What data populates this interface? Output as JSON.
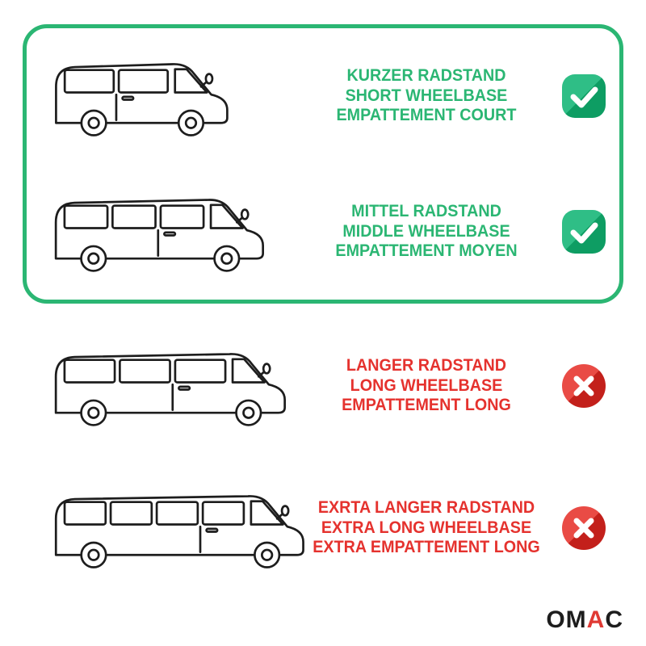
{
  "compatibility": {
    "rows": [
      {
        "variant": "short-wheelbase",
        "lines": [
          "KURZER RADSTAND",
          "SHORT WHEELBASE",
          "EMPATTEMENT COURT"
        ],
        "status": "compatible",
        "icon": "check-icon"
      },
      {
        "variant": "middle-wheelbase",
        "lines": [
          "MITTEL RADSTAND",
          "MIDDLE WHEELBASE",
          "EMPATTEMENT MOYEN"
        ],
        "status": "compatible",
        "icon": "check-icon"
      },
      {
        "variant": "long-wheelbase",
        "lines": [
          "LANGER RADSTAND",
          "LONG WHEELBASE",
          "EMPATTEMENT LONG"
        ],
        "status": "not-compatible",
        "icon": "cross-icon"
      },
      {
        "variant": "extra-long-wheelbase",
        "lines": [
          "EXRTA LANGER RADSTAND",
          "EXTRA LONG WHEELBASE",
          "EXTRA EMPATTEMENT LONG"
        ],
        "status": "not-compatible",
        "icon": "cross-icon"
      }
    ]
  },
  "colors": {
    "green": "#2BB673",
    "green_icon_light": "#2FBE86",
    "green_icon_dark": "#0E9D63",
    "red": "#E5322E",
    "red_icon_light": "#E94B45",
    "red_icon_dark": "#C3201B",
    "line_art": "#1D1D1D",
    "logo_text": "#1D1D1D",
    "logo_accent": "#E03A34"
  },
  "logo": {
    "part1": "OM",
    "accent": "A",
    "part2": "C"
  }
}
